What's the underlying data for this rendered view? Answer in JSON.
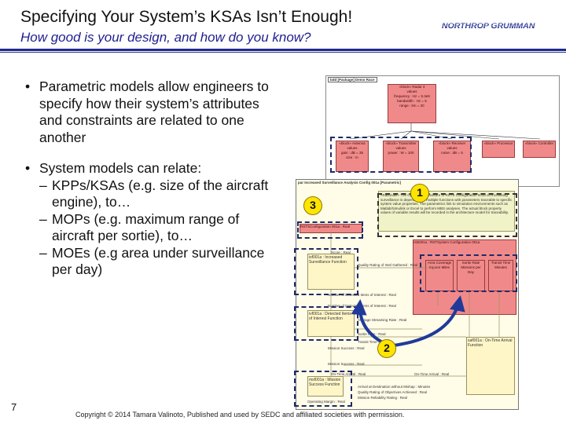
{
  "slide": {
    "title": "Specifying Your System’s KSAs Isn’t Enough!",
    "subtitle": "How good is your design, and how do you know?",
    "logo_text": "NORTHROP GRUMMAN",
    "page_number": "7",
    "copyright": "Copyright © 2014 Tamara Valinoto, Published and used by SEDC and affiliated societies with permission."
  },
  "bullets": [
    {
      "text": "Parametric models allow engineers to specify how their system’s attributes and constraints are related to one another"
    },
    {
      "text": "System models can relate:",
      "subs": [
        "KPPs/KSAs (e.g. size of the aircraft engine), to…",
        "MOPs (e.g. maximum range of aircraft per sortie), to…",
        "MOEs (e.g area under surveillance per day)"
      ]
    }
  ],
  "diagram_top": {
    "header": "bdd [Package] Demo Race",
    "blocks": [
      "«block» Radar 3",
      "«block» Antenna",
      "«block» Transmitter",
      "«block» Receiver",
      "«block» Processor",
      "«block» Controller"
    ]
  },
  "diagram_main": {
    "header": "par Increased Surveillance Analysis Config 001a [Parametric]",
    "rationale": "«Rationale» The Operational Measure of RSTS Configuration 001a on increasing surveillance is dependent on multiple functions with parameters traceable to specific system value properties. The parametrics link to simulation environments such as Matlab/Simulink or Excel to perform MBS analyses. The actual block property values of variable results will be recorded in the architecture model for traceability.",
    "config_left": "RSTSConfiguration 001a : Real",
    "config_right": "rsts001a : RSTSystem Configuration 001a",
    "metric_boxes": [
      "Area Coverage Square Miles",
      "Sortie Rate Missions per Day",
      "Transit Time Minutes"
    ],
    "functions": [
      "isf001a : Increased Surveillance Function",
      "ivf001a : Detected Items of Interest Function",
      "msf001a : Mission Success Function",
      "saf001a : On-Time Arrival Function"
    ],
    "pins": [
      "Score : Real",
      "Quality Rating of Intel Gathered : Real",
      "Number of Detected Items of Interest : Real",
      "Number of Detected Items of Interest : Real",
      "Average Streaming Rate : Real",
      "Sortie Rate : Real",
      "Transit Time : Real",
      "Mission Success : Real",
      "Mission Success : Real",
      "On-Time Arrival : Real",
      "On-Time Arrival : Real",
      "Arrival at Destination without Mishap : Minutes",
      "Quality Rating of Objectives Achieved : Real",
      "Mission Reliability Rating : Real",
      "Operating Margin : Real"
    ]
  },
  "badges": [
    "1",
    "2",
    "3"
  ],
  "colors": {
    "title_rule": "#1f2a8a",
    "block_red": "#f08a8a",
    "badge_yellow": "#ffe400",
    "arrow_blue": "#1f3a9a"
  }
}
